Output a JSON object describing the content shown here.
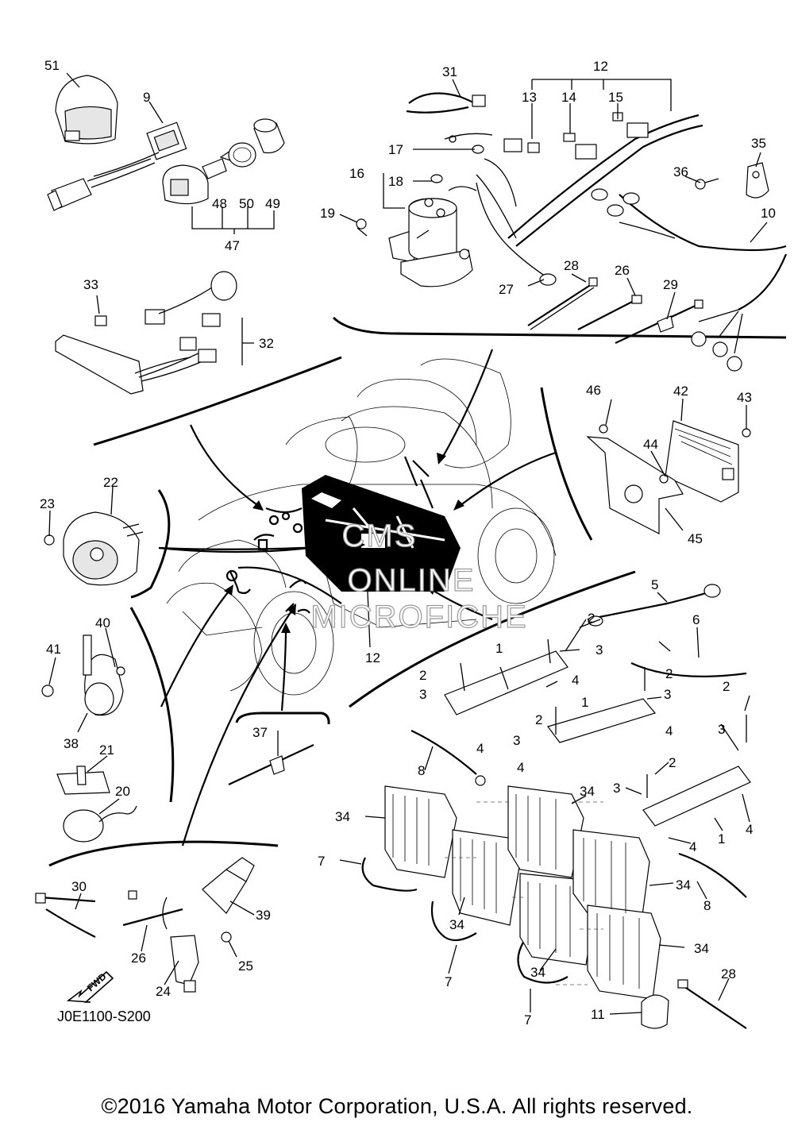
{
  "drawing_code": "J0E1100-S200",
  "copyright": "©2016 Yamaha Motor Corporation, U.S.A. All rights reserved.",
  "watermark": [
    "CMS",
    "ONLINE",
    "MICROFICHE"
  ],
  "fwd_label": "FWD",
  "callouts": {
    "51": "51",
    "9": "9",
    "48": "48",
    "50": "50",
    "49": "49",
    "47": "47",
    "31": "31",
    "12": "12",
    "13": "13",
    "14": "14",
    "15": "15",
    "17": "17",
    "16": "16",
    "18": "18",
    "19": "19",
    "35": "35",
    "36": "36",
    "10": "10",
    "28": "28",
    "26": "26",
    "27": "27",
    "29": "29",
    "33": "33",
    "32": "32",
    "22": "22",
    "23": "23",
    "46": "46",
    "42": "42",
    "43": "43",
    "44": "44",
    "45": "45",
    "40": "40",
    "41": "41",
    "38": "38",
    "21": "21",
    "20": "20",
    "5": "5",
    "6": "6",
    "2": "2",
    "3": "3",
    "1": "1",
    "4": "4",
    "37": "37",
    "8": "8",
    "34": "34",
    "7": "7",
    "11": "11",
    "30": "30",
    "39": "39",
    "25": "25",
    "24": "24"
  }
}
